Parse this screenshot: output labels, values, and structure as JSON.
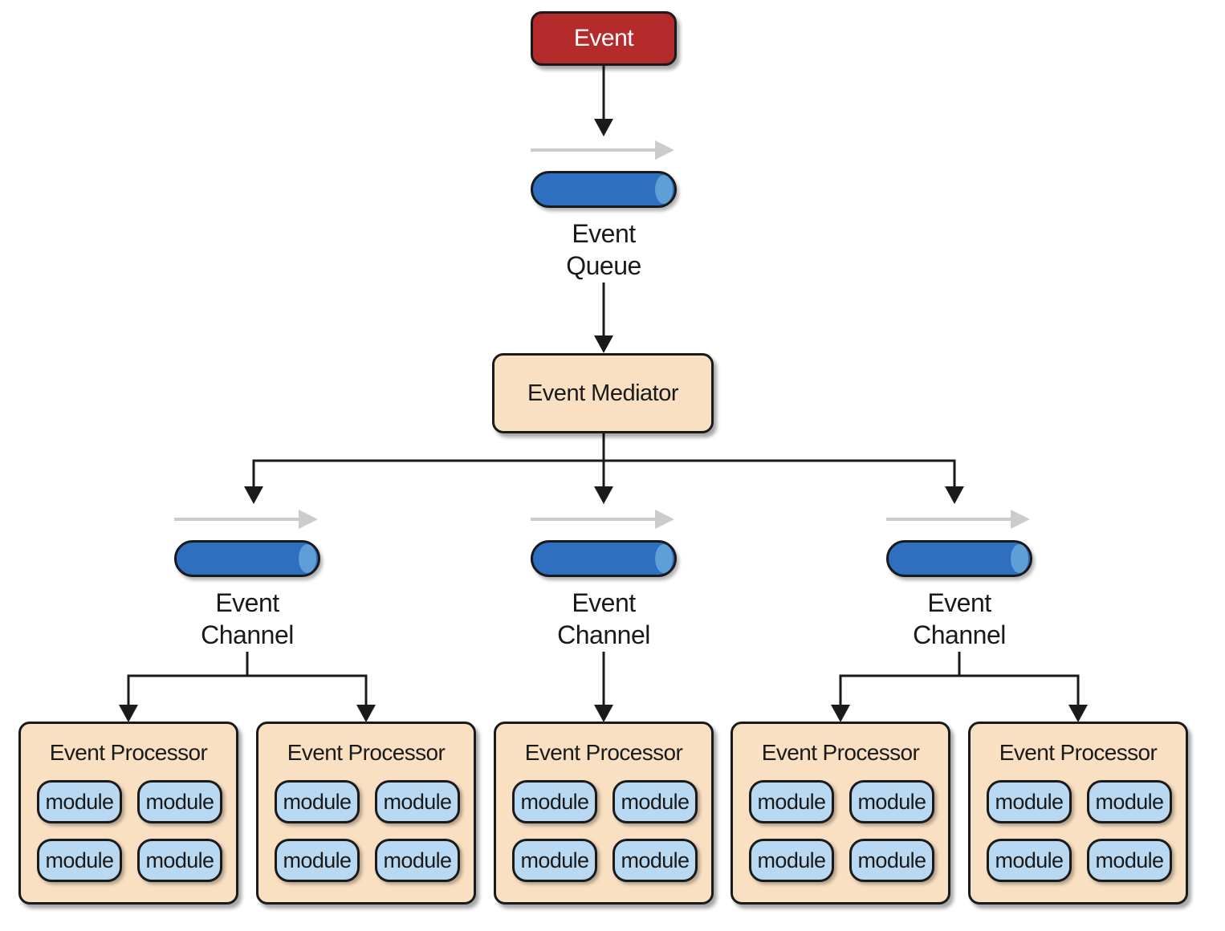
{
  "event": {
    "label": "Event"
  },
  "queue": {
    "line1": "Event",
    "line2": "Queue"
  },
  "mediator": {
    "label": "Event Mediator"
  },
  "channels": [
    {
      "line1": "Event",
      "line2": "Channel"
    },
    {
      "line1": "Event",
      "line2": "Channel"
    },
    {
      "line1": "Event",
      "line2": "Channel"
    }
  ],
  "processors": [
    {
      "title": "Event Processor",
      "modules": [
        "module",
        "module",
        "module",
        "module"
      ]
    },
    {
      "title": "Event Processor",
      "modules": [
        "module",
        "module",
        "module",
        "module"
      ]
    },
    {
      "title": "Event Processor",
      "modules": [
        "module",
        "module",
        "module",
        "module"
      ]
    },
    {
      "title": "Event Processor",
      "modules": [
        "module",
        "module",
        "module",
        "module"
      ]
    },
    {
      "title": "Event Processor",
      "modules": [
        "module",
        "module",
        "module",
        "module"
      ]
    }
  ],
  "colors": {
    "event_fill": "#b52b2b",
    "mediator_fill": "#fae0c2",
    "pipe_fill": "#2f6fbf",
    "module_fill": "#b9d8f2",
    "flow_arrow": "#cccccc"
  }
}
